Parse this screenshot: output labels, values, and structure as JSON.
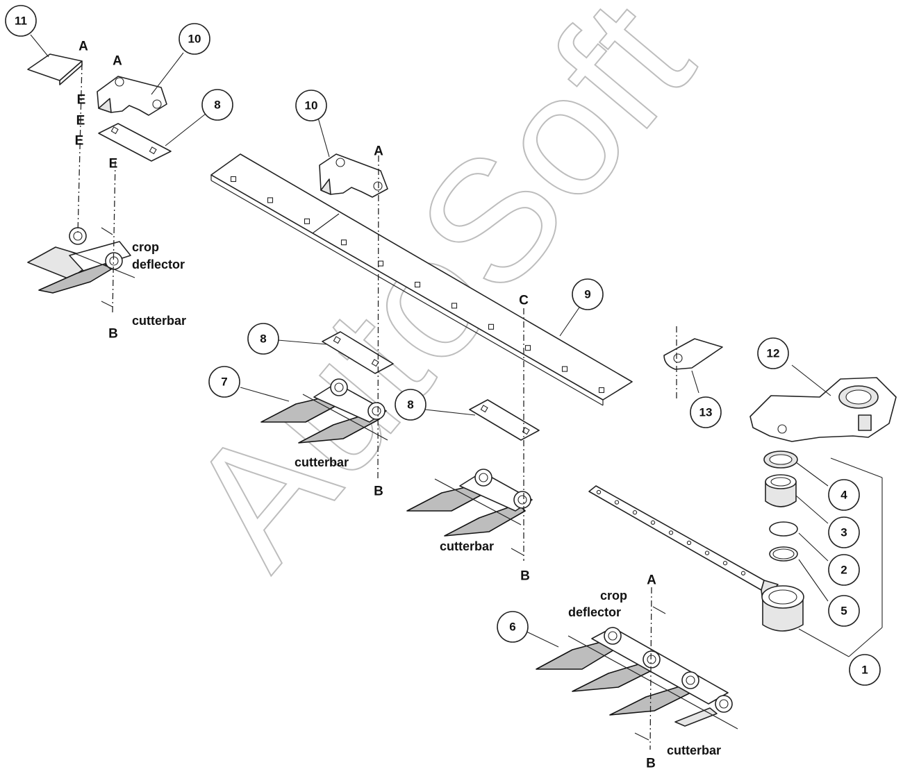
{
  "watermark": "AutoSoft",
  "callouts": [
    "11",
    "10",
    "8",
    "10",
    "8",
    "7",
    "8",
    "9",
    "13",
    "12",
    "4",
    "3",
    "2",
    "5",
    "1",
    "6"
  ],
  "letters": [
    "A",
    "A",
    "E",
    "E",
    "E",
    "E",
    "B",
    "A",
    "C",
    "B",
    "B",
    "A",
    "B"
  ],
  "labels": {
    "crop_1": "crop",
    "deflector_1": "deflector",
    "cutterbar_1": "cutterbar",
    "cutterbar_2": "cutterbar",
    "cutterbar_3": "cutterbar",
    "crop_2": "crop",
    "deflector_2": "deflector",
    "cutterbar_4": "cutterbar"
  }
}
